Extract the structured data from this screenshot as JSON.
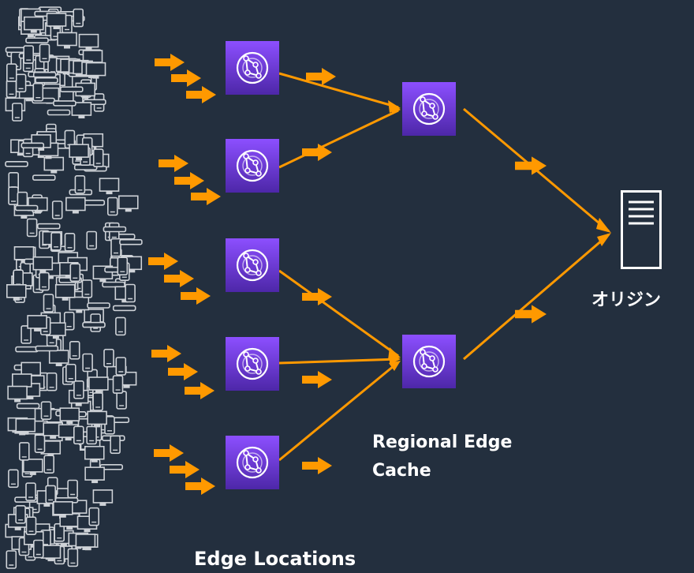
{
  "labels": {
    "edge_locations": "Edge Locations",
    "regional_edge_cache": "Regional Edge Cache",
    "origin": "オリジン"
  },
  "colors": {
    "background": "#232f3e",
    "arrow": "#ff9900",
    "icon_gradient_top": "#8c4fff",
    "icon_gradient_bottom": "#4d27a8",
    "device": "#cfd3d8",
    "text": "#ffffff"
  },
  "icons": {
    "edge_node": "cloudfront-icon",
    "regional_node": "cloudfront-icon",
    "origin": "server-icon",
    "client": "device-icon"
  },
  "counts": {
    "edge_locations": 5,
    "regional_edge_caches": 2,
    "origins": 1
  }
}
